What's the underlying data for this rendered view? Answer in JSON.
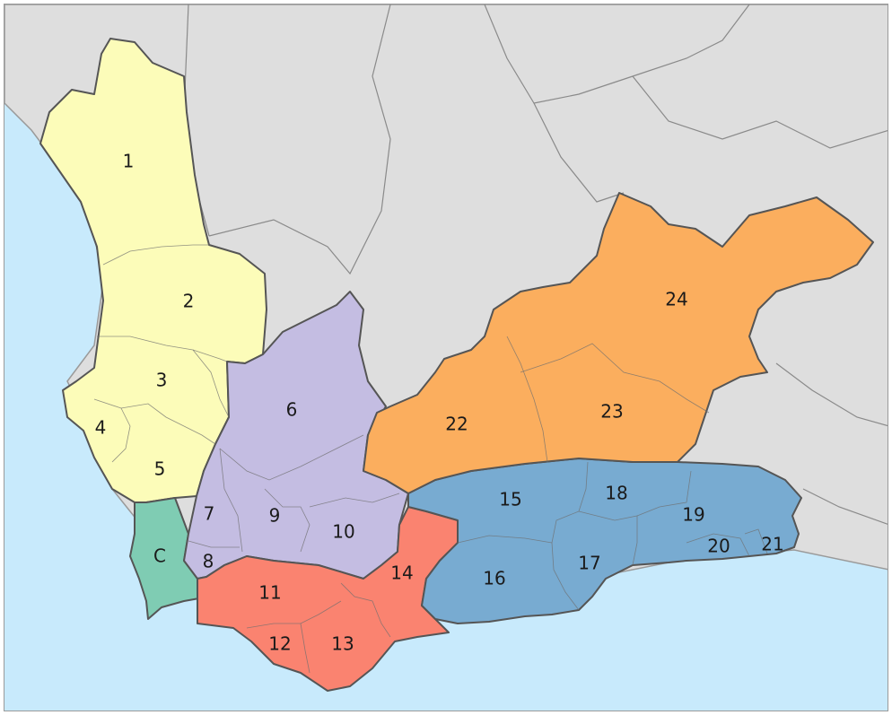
{
  "colors": {
    "sea": "#c8eafc",
    "land": "#dedede",
    "west_coast": "#fcfcb9",
    "cape_town": "#7fccb3",
    "cape_winelands": "#c4bde2",
    "overberg": "#fa8370",
    "garden_route": "#78abd1",
    "central_karoo": "#fbae5e"
  },
  "labels": {
    "r1": "1",
    "r2": "2",
    "r3": "3",
    "r4": "4",
    "r5": "5",
    "r6": "6",
    "r7": "7",
    "r8": "8",
    "r9": "9",
    "r10": "10",
    "r11": "11",
    "r12": "12",
    "r13": "13",
    "r14": "14",
    "r15": "15",
    "r16": "16",
    "r17": "17",
    "r18": "18",
    "r19": "19",
    "r20": "20",
    "r21": "21",
    "r22": "22",
    "r23": "23",
    "r24": "24",
    "rC": "C"
  }
}
